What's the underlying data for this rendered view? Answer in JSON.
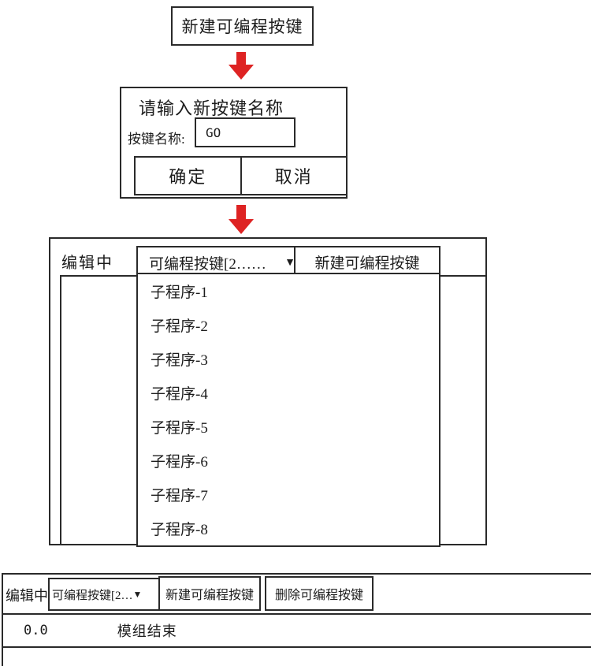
{
  "colors": {
    "arrow_red": "#de2323",
    "line_black": "#2a2a2a"
  },
  "start_node": {
    "label": "新建可编程按键"
  },
  "dialog": {
    "title": "请输入新按键名称",
    "name_label": "按键名称:",
    "name_value": "GO",
    "ok_label": "确定",
    "cancel_label": "取消"
  },
  "editor_panel": {
    "status_label": "编辑中",
    "dropdown_value": "可编程按键[2……",
    "dropdown_arrow": "▼",
    "new_button_label": "新建可编程按键",
    "items": [
      "子程序-1",
      "子程序-2",
      "子程序-3",
      "子程序-4",
      "子程序-5",
      "子程序-6",
      "子程序-7",
      "子程序-8"
    ]
  },
  "bottom_bar": {
    "status_label": "编辑中",
    "dropdown_value": "可编程按键[2…",
    "dropdown_arrow": "▼",
    "new_button_label": "新建可编程按键",
    "delete_button_label": "删除可编程按键",
    "program_row": {
      "line_number": "0.0",
      "instruction": "模组结束"
    }
  }
}
